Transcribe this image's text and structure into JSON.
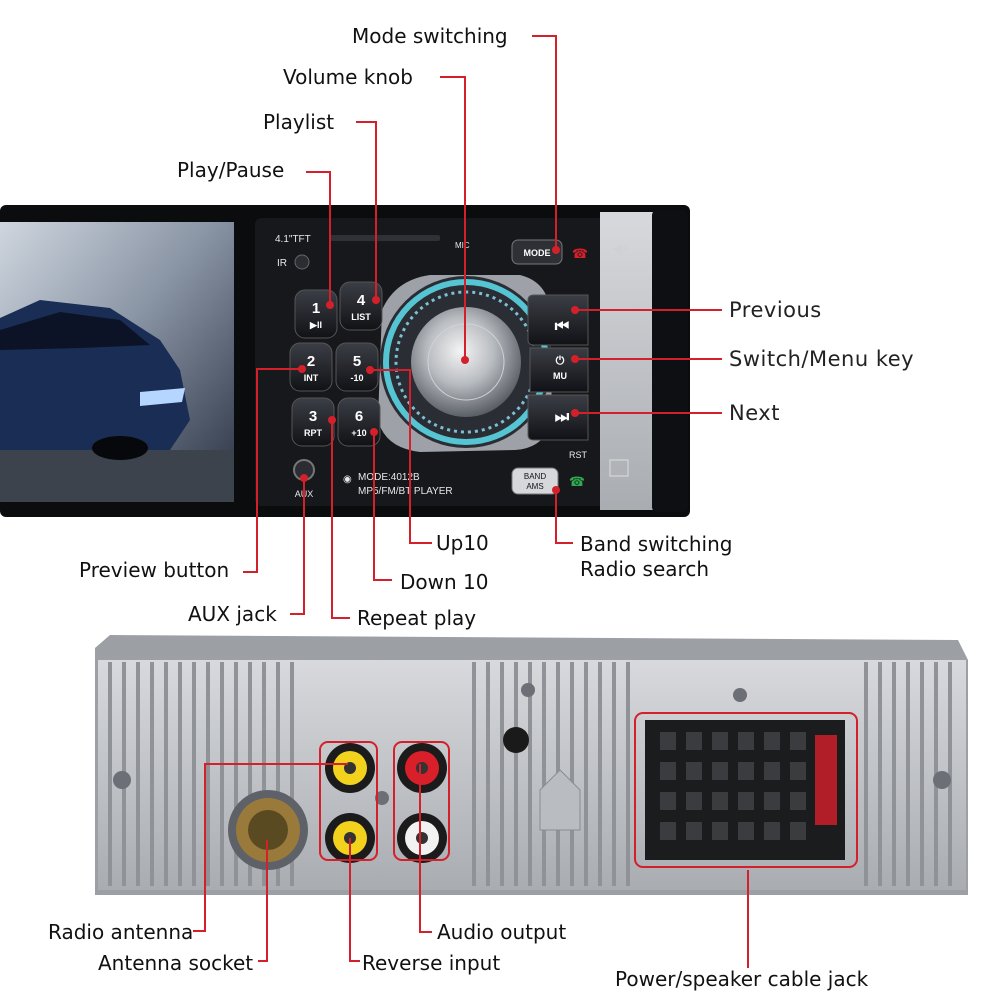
{
  "front_labels": {
    "mode_switching": "Mode switching",
    "volume_knob": "Volume knob",
    "playlist": "Playlist",
    "play_pause": "Play/Pause",
    "previous": "Previous",
    "switch_menu": "Switch/Menu key",
    "next": "Next",
    "up10": "Up10",
    "down10": "Down 10",
    "band_switching": "Band switching",
    "radio_search": "Radio search",
    "preview_button": "Preview button",
    "aux_jack": "AUX jack",
    "repeat_play": "Repeat play"
  },
  "back_labels": {
    "radio_antenna": "Radio antenna",
    "antenna_socket": "Antenna socket",
    "audio_output": "Audio output",
    "reverse_input": "Reverse input",
    "power_cable": "Power/speaker cable jack"
  },
  "panel_text": {
    "screen_size": "4.1\"TFT",
    "ir": "IR",
    "mic": "MIC",
    "mode_btn": "MODE",
    "band_btn_1": "BAND",
    "band_btn_2": "AMS",
    "rst": "RST",
    "aux": "AUX",
    "model_line1": "MODE:4012B",
    "model_line2": "MP5/FM/BT PLAYER",
    "mu": "MU"
  },
  "keys": [
    {
      "num": "1",
      "sub": "▶II"
    },
    {
      "num": "4",
      "sub": "LIST"
    },
    {
      "num": "2",
      "sub": "INT"
    },
    {
      "num": "5",
      "sub": "-10"
    },
    {
      "num": "3",
      "sub": "RPT"
    },
    {
      "num": "6",
      "sub": "+10"
    }
  ],
  "colors": {
    "callout": "#d4202a",
    "panel": "#1a1c20",
    "chrome": "#8a8d93",
    "rca_yellow": "#f2d21c",
    "rca_red": "#d81f2a",
    "rca_white": "#f2f2f2"
  }
}
